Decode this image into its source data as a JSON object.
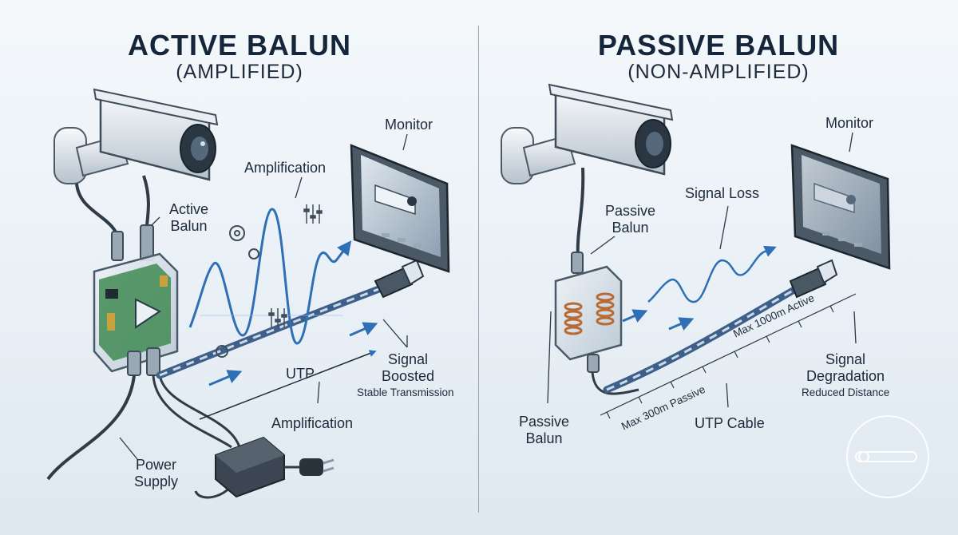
{
  "active": {
    "title": "ACTIVE BALUN",
    "subtitle": "(AMPLIFIED)",
    "labels": {
      "monitor": "Monitor",
      "amplification_top": "Amplification",
      "active_balun": "Active\nBalun",
      "signal_boosted": "Signal\nBoosted",
      "stable_transmission": "Stable Transmission",
      "utp": "UTP",
      "amplification_bottom": "Amplification",
      "power_supply": "Power\nSupply"
    }
  },
  "passive": {
    "title": "PASSIVE BALUN",
    "subtitle": "(NON-AMPLIFIED)",
    "labels": {
      "monitor": "Monitor",
      "signal_loss": "Signal Loss",
      "passive_balun_top": "Passive\nBalun",
      "max_active": "Max 1000m Active",
      "max_passive": "Max 300m Passive",
      "signal_degradation": "Signal\nDegradation",
      "reduced_distance": "Reduced Distance",
      "utp_cable": "UTP Cable",
      "passive_balun_bottom": "Passive\nBalun"
    }
  },
  "colors": {
    "wave": "#2f6fb5",
    "cable": "#3d5f8a",
    "device": "#cfd9e3",
    "pcb": "#3f8a52",
    "coil": "#b86a35"
  }
}
